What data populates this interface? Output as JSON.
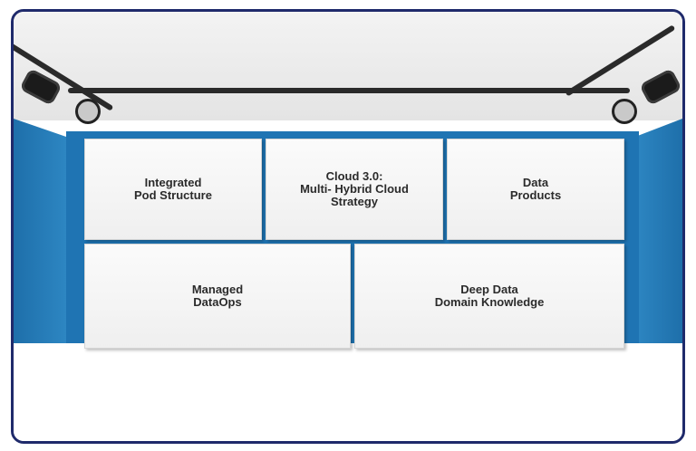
{
  "panels": [
    {
      "label": "Integrated\nPod Structure"
    },
    {
      "label": "Cloud 3.0:\nMulti- Hybrid Cloud\nStrategy"
    },
    {
      "label": "Data\nProducts"
    },
    {
      "label": "Managed\nDataOps"
    },
    {
      "label": "Deep Data\nDomain Knowledge"
    }
  ],
  "colors": {
    "frame_border": "#1f2a6b",
    "wall_blue": "#1f74b3",
    "panel_text": "#2b2b2b"
  },
  "icons": [
    "spotlight-icon",
    "spotlight-icon"
  ]
}
